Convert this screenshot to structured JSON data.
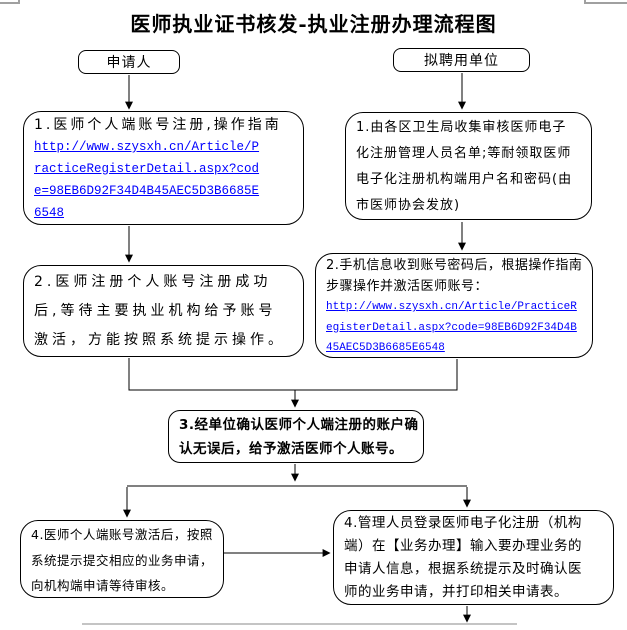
{
  "title": "医师执业证书核发-执业注册办理流程图",
  "colors": {
    "link": "#0000ff",
    "border": "#000000",
    "divider": "#b0b0b0"
  },
  "lanes": {
    "applicant": {
      "label": "申请人"
    },
    "employer": {
      "label": "拟聘用单位"
    }
  },
  "boxes": {
    "applicant_step1": {
      "text": "1.医师个人端账号注册,操作指南",
      "link": "http://www.szysxh.cn/Article/P\nracticeRegisterDetail.aspx?cod\ne=98EB6D92F34D4B45AEC5D3B6685E\n6548",
      "url": "http://www.szysxh.cn/Article/PracticeRegisterDetail.aspx?code=98EB6D92F34D4B45AEC5D3B6685E6548"
    },
    "employer_step1": {
      "text": "1.由各区卫生局收集审核医师电子\n化注册管理人员名单;等耐领取医师\n电子化注册机构端用户名和密码(由\n市医师协会发放)"
    },
    "applicant_step2": {
      "text": "2.医师注册个人账号注册成功\n后,等待主要执业机构给予账号\n激活，方能按照系统提示操作。"
    },
    "employer_step2": {
      "text": "2.手机信息收到账号密码后，根据操作指南\n步骤操作并激活医师账号：",
      "link": "http://www.szysxh.cn/Article/PracticeR\negisterDetail.aspx?code=98EB6D92F34D4B\n45AEC5D3B6685E6548",
      "url": "http://www.szysxh.cn/Article/PracticeRegisterDetail.aspx?code=98EB6D92F34D4B45AEC5D3B6685E6548"
    },
    "step3": {
      "text": "3.经单位确认医师个人端注册的账户确\n认无误后，给予激活医师个人账号。"
    },
    "applicant_step4": {
      "text": "4.医师个人端账号激活后，按照\n系统提示提交相应的业务申请，\n向机构端申请等待审核。"
    },
    "employer_step4": {
      "text": "4.管理人员登录医师电子化注册（机构\n端）在【业务办理】输入要办理业务的\n申请人信息，根据系统提示及时确认医\n师的业务申请，并打印相关申请表。"
    }
  }
}
